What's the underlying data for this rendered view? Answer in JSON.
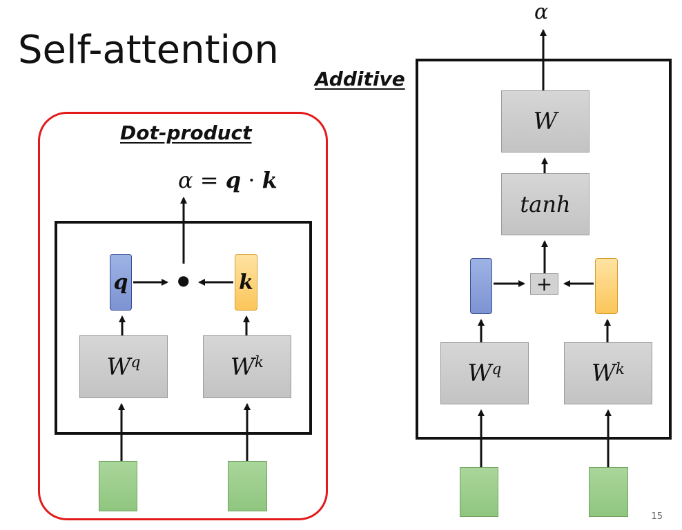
{
  "slide": {
    "title": "Self-attention",
    "page_number": "15"
  },
  "dot_product": {
    "title": "Dot-product",
    "output_alpha": "α",
    "output_eq": "=",
    "output_q": "q",
    "output_dot": "·",
    "output_k": "k",
    "query_vector_label": "q",
    "key_vector_label": "k",
    "wq_base": "W",
    "wq_sup": "q",
    "wk_base": "W",
    "wk_sup": "k",
    "operation_glyph": "●"
  },
  "additive": {
    "title": "Additive",
    "output_alpha": "α",
    "w_label": "W",
    "tanh_label": "tanh",
    "plus_label": "+",
    "wq_base": "W",
    "wq_sup": "q",
    "wk_base": "W",
    "wk_sup": "k"
  },
  "colors": {
    "dot_product_frame": "#e21a1a",
    "query_vector": "#8da2dc",
    "key_vector": "#fdd37e",
    "input_vector": "#9dcf8c",
    "weight_box": "#cfcfcf"
  }
}
